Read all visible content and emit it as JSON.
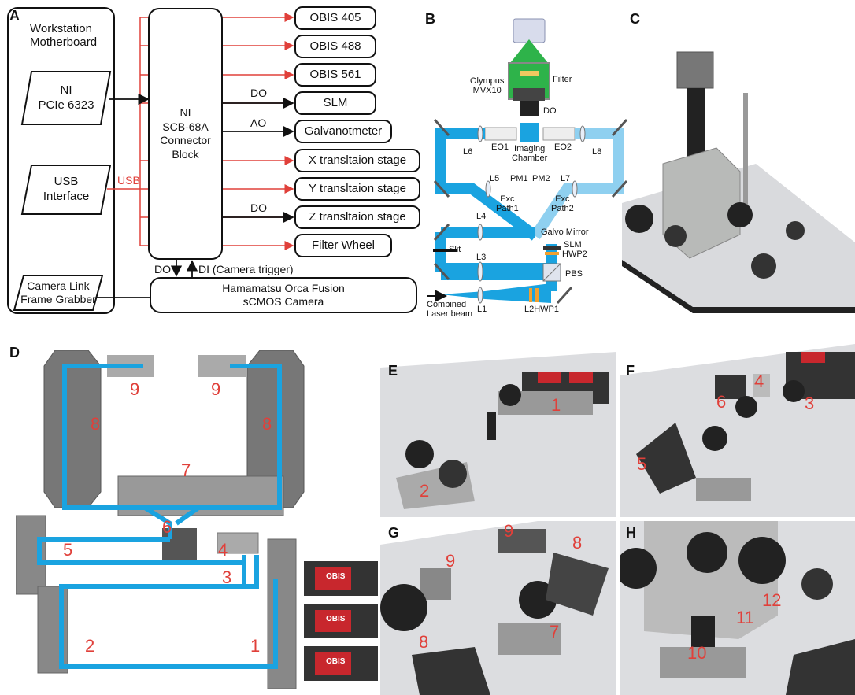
{
  "panel_a": {
    "letter": "A",
    "motherboard": "Workstation\nMotherboard",
    "ni_pcie": "NI\nPCIe 6323",
    "usb_interface": "USB\nInterface",
    "frame_grabber": "Camera Link\nFrame Grabber",
    "connector_block": "NI\nSCB-68A\nConnector\nBlock",
    "camera": "Hamamatsu Orca Fusion\nsCMOS Camera",
    "devices": [
      "OBIS 405",
      "OBIS 488",
      "OBIS 561",
      "SLM",
      "Galvanotmeter",
      "X transltaion stage",
      "Y transltaion stage",
      "Z transltaion stage",
      "Filter Wheel"
    ],
    "signal_do_slm": "DO",
    "signal_ao": "AO",
    "signal_do_z": "DO",
    "signal_usb": "USB",
    "signal_do_cam": "DO",
    "signal_di": "DI (Camera trigger)",
    "colors": {
      "red_line": "#e0403a",
      "black_line": "#111111"
    }
  },
  "panel_b": {
    "letter": "B",
    "labels": {
      "filter": "Filter",
      "olympus": "Olympus\nMVX10",
      "do": "DO",
      "l6": "L6",
      "eo1": "EO1",
      "eo2": "EO2",
      "l8": "L8",
      "imaging": "Imaging\nChamber",
      "l5": "L5",
      "pm1": "PM1",
      "pm2": "PM2",
      "l7": "L7",
      "exc1": "Exc\nPath1",
      "exc2": "Exc\nPath2",
      "l4": "L4",
      "galvo": "Galvo Mirror",
      "slit": "Slit",
      "slm": "SLM",
      "hwp2": "HWP2",
      "l3": "L3",
      "pbs": "PBS",
      "combined": "Combined\nLaser beam",
      "l1": "L1",
      "l2hwp1": "L2HWP1"
    },
    "colors": {
      "beam": "#1aa3e0",
      "beam_light": "#8fd0f0",
      "green": "#2eb34a"
    }
  },
  "panel_c": {
    "letter": "C"
  },
  "panel_d": {
    "letter": "D",
    "numbers": [
      "9",
      "9",
      "8",
      "8",
      "7",
      "6",
      "5",
      "4",
      "3",
      "2",
      "1"
    ],
    "laser_brand": "OBIS"
  },
  "panel_e": {
    "letter": "E",
    "numbers": [
      "1",
      "2"
    ]
  },
  "panel_f": {
    "letter": "F",
    "numbers": [
      "4",
      "6",
      "3",
      "5"
    ]
  },
  "panel_g": {
    "letter": "G",
    "numbers": [
      "9",
      "9",
      "8",
      "8",
      "7"
    ]
  },
  "panel_h": {
    "letter": "H",
    "numbers": [
      "12",
      "11",
      "10"
    ]
  }
}
